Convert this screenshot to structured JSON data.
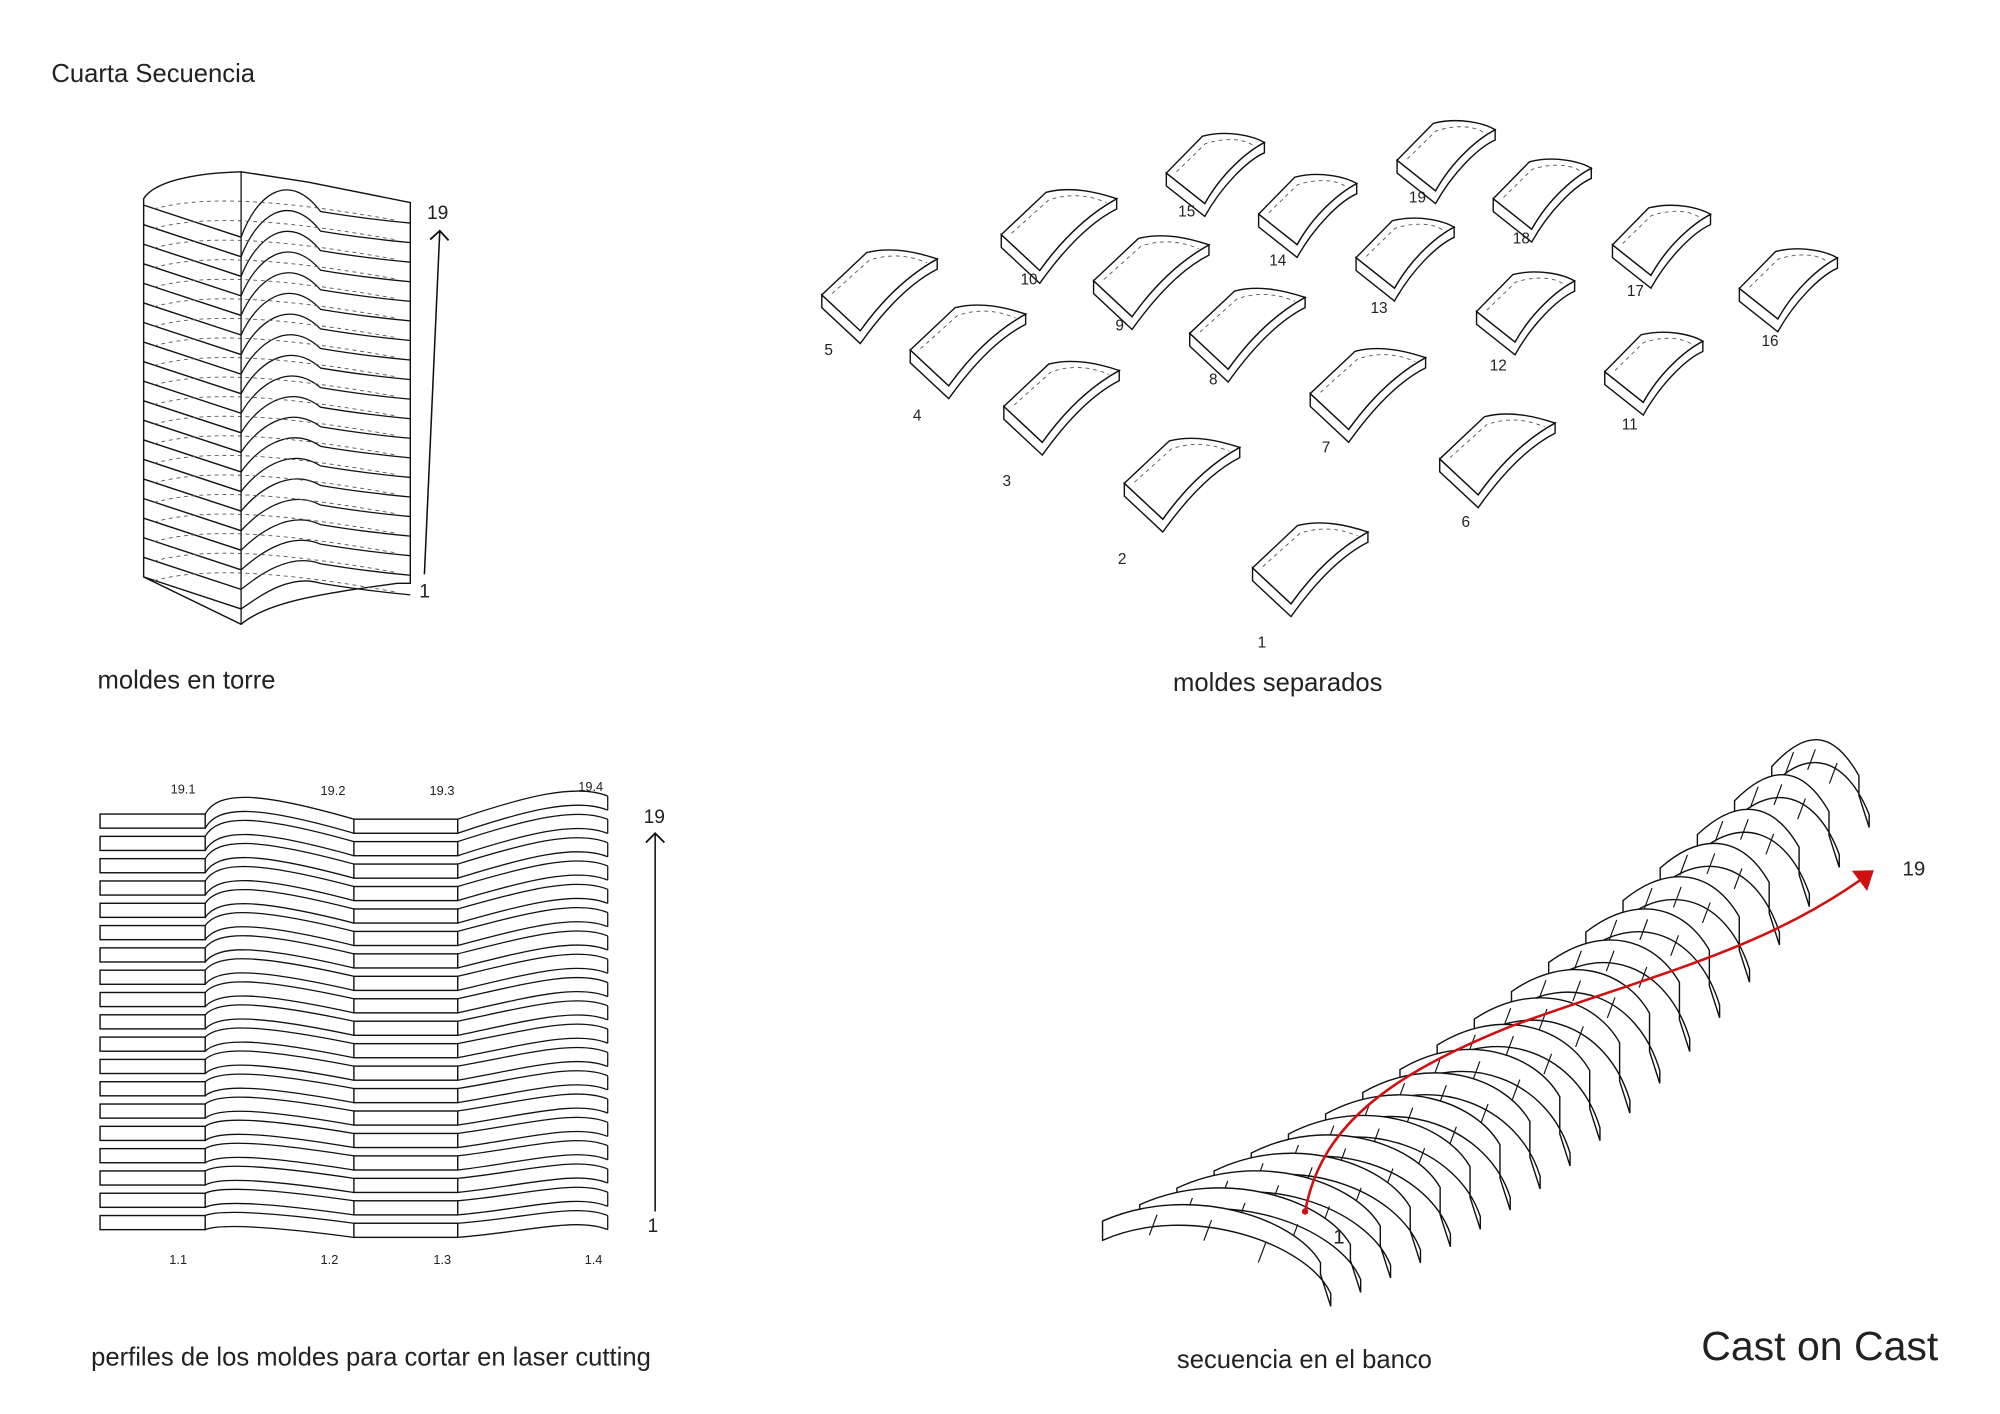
{
  "title": "Cuarta Secuencia",
  "tower": {
    "caption": "moldes en torre",
    "top_label": "19",
    "bottom_label": "1"
  },
  "separated": {
    "caption": "moldes separados",
    "molds": [
      {
        "label": "1"
      },
      {
        "label": "2"
      },
      {
        "label": "3"
      },
      {
        "label": "4"
      },
      {
        "label": "5"
      },
      {
        "label": "6"
      },
      {
        "label": "7"
      },
      {
        "label": "8"
      },
      {
        "label": "9"
      },
      {
        "label": "10"
      },
      {
        "label": "11"
      },
      {
        "label": "12"
      },
      {
        "label": "13"
      },
      {
        "label": "14"
      },
      {
        "label": "15"
      },
      {
        "label": "16"
      },
      {
        "label": "17"
      },
      {
        "label": "18"
      },
      {
        "label": "19"
      }
    ]
  },
  "profiles": {
    "caption": "perfiles de los moldes para cortar en laser cutting",
    "top_labels": [
      "19.1",
      "19.2",
      "19.3",
      "19.4"
    ],
    "bottom_labels": [
      "1.1",
      "1.2",
      "1.3",
      "1.4"
    ],
    "top_label": "19",
    "bottom_label": "1",
    "row_count": 19
  },
  "bench": {
    "caption": "secuencia en el banco",
    "start_label": "1",
    "end_label": "19",
    "path_color": "#d01010"
  },
  "brand": "Cast on Cast"
}
